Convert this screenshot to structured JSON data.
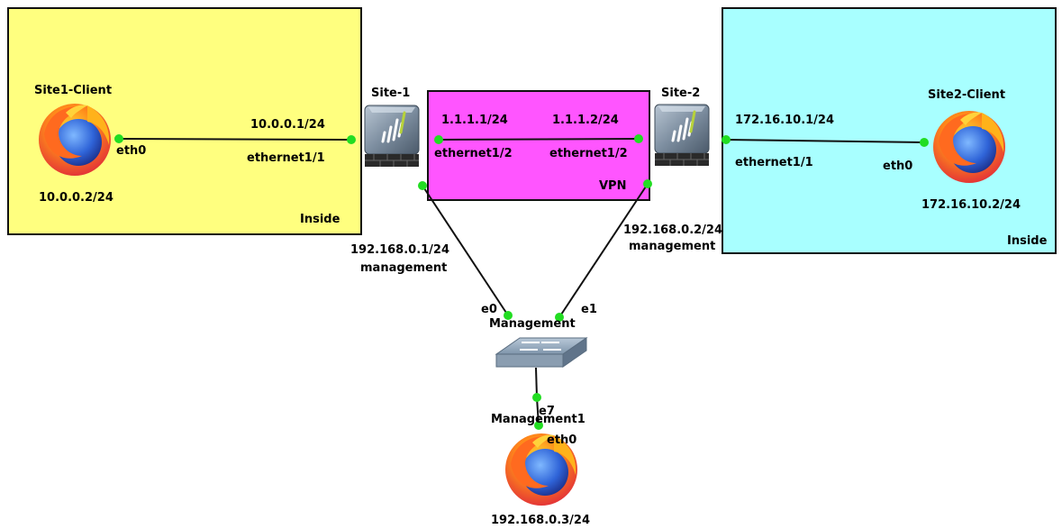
{
  "colors": {
    "zone_left": "#ffff7f",
    "zone_vpn": "#ff55ff",
    "zone_right": "#a8ffff",
    "link": "#111111",
    "port": "#22dd22"
  },
  "zones": {
    "left": {
      "label": "Inside"
    },
    "vpn": {
      "label": "VPN"
    },
    "right": {
      "label": "Inside"
    }
  },
  "nodes": {
    "site1_client": {
      "name": "Site1-Client",
      "ip": "10.0.0.2/24",
      "iface": "eth0",
      "icon": "firefox-icon"
    },
    "site1": {
      "name": "Site-1",
      "icon": "firewall-icon",
      "if_inside": "ethernet1/1",
      "ip_inside": "10.0.0.1/24",
      "if_vpn": "ethernet1/2",
      "ip_vpn": "1.1.1.1/24",
      "mgmt_ip": "192.168.0.1/24",
      "mgmt_label": "management"
    },
    "site2": {
      "name": "Site-2",
      "icon": "firewall-icon",
      "if_inside": "ethernet1/1",
      "ip_inside": "172.16.10.1/24",
      "if_vpn": "ethernet1/2",
      "ip_vpn": "1.1.1.2/24",
      "mgmt_ip": "192.168.0.2/24",
      "mgmt_label": "management"
    },
    "site2_client": {
      "name": "Site2-Client",
      "ip": "172.16.10.2/24",
      "iface": "eth0",
      "icon": "firefox-icon"
    },
    "switch": {
      "name": "Management",
      "port_left": "e0",
      "port_right": "e1",
      "port_down": "e7",
      "icon": "switch-icon"
    },
    "mgmt_host": {
      "name": "Management1",
      "ip": "192.168.0.3/24",
      "iface": "eth0",
      "icon": "firefox-icon"
    }
  }
}
